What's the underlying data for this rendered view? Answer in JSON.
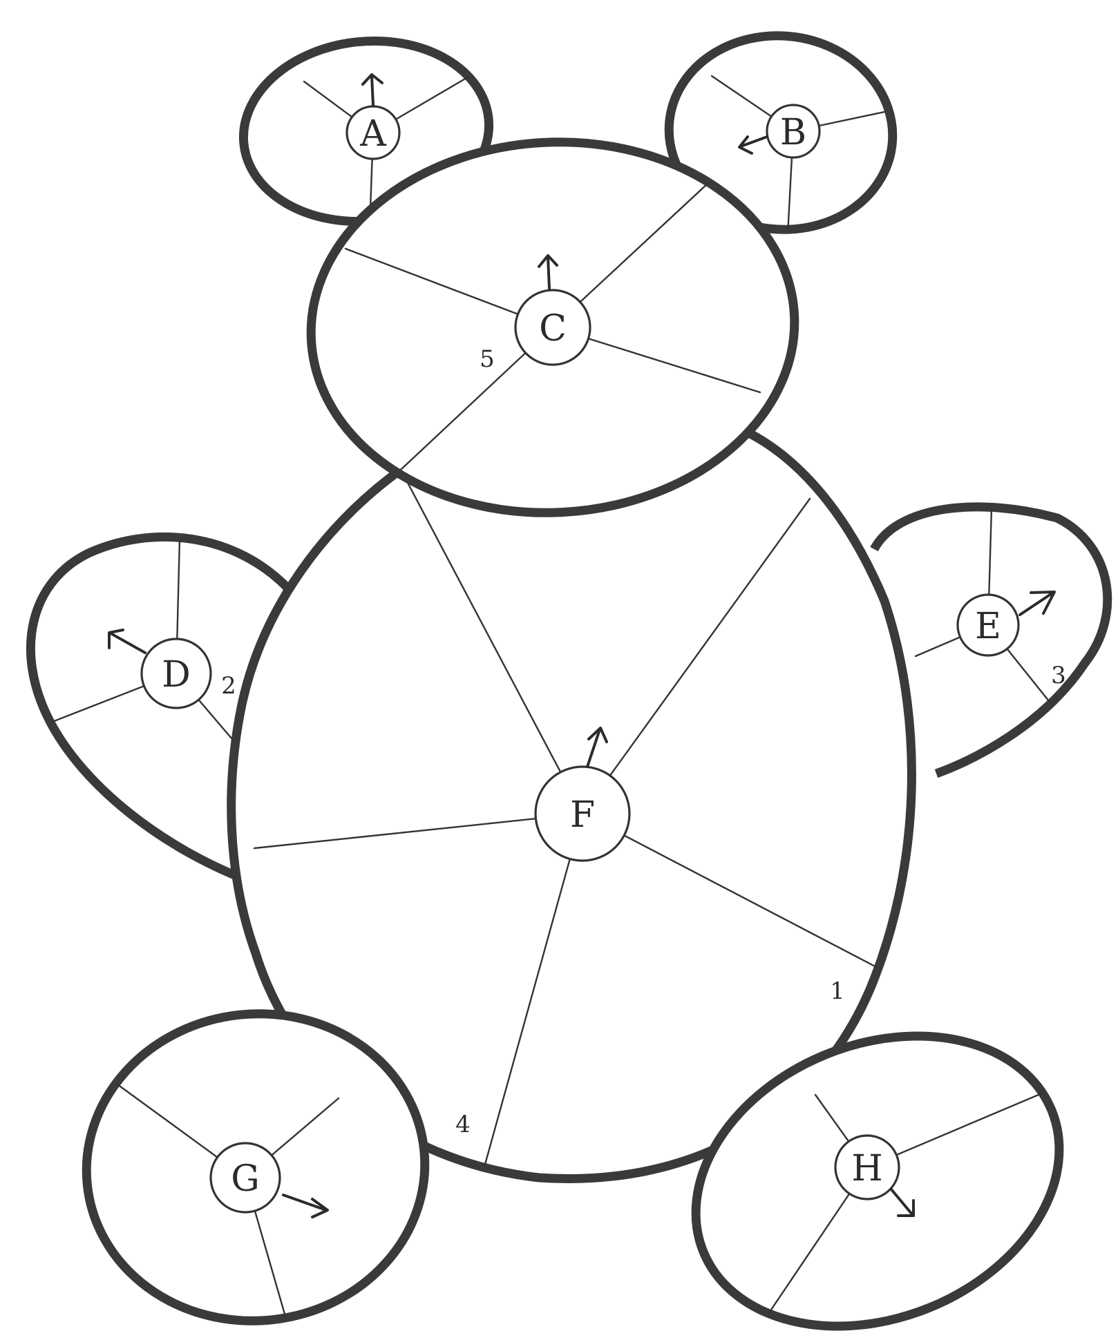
{
  "diagram": {
    "colors": {
      "outline": "#3a3a3a",
      "line": "#333333",
      "text": "#2b2b2b",
      "background": "#ffffff"
    },
    "wheels": [
      {
        "id": "A",
        "label": "A",
        "part": "left-ear"
      },
      {
        "id": "B",
        "label": "B",
        "part": "right-ear"
      },
      {
        "id": "C",
        "label": "C",
        "part": "head"
      },
      {
        "id": "D",
        "label": "D",
        "part": "left-arm"
      },
      {
        "id": "E",
        "label": "E",
        "part": "right-arm"
      },
      {
        "id": "F",
        "label": "F",
        "part": "body"
      },
      {
        "id": "G",
        "label": "G",
        "part": "left-foot"
      },
      {
        "id": "H",
        "label": "H",
        "part": "right-foot"
      }
    ],
    "numbers": [
      "1",
      "2",
      "3",
      "4",
      "5"
    ]
  }
}
